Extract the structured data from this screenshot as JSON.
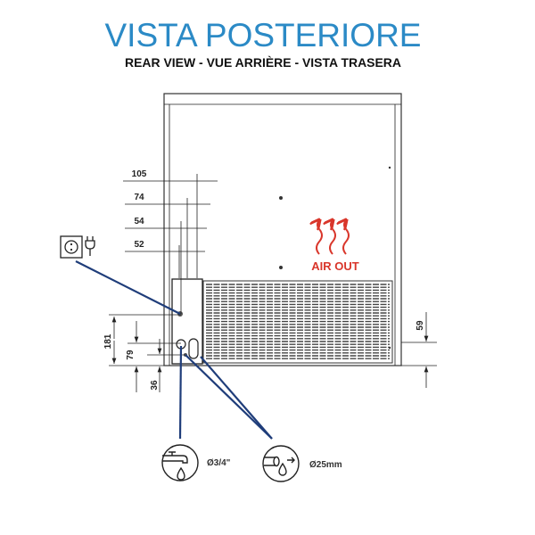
{
  "title": "VISTA POSTERIORE",
  "subtitle": "REAR VIEW - VUE ARRIÈRE - VISTA TRASERA",
  "colors": {
    "title": "#2b8ac6",
    "air_out": "#d9362b",
    "leader": "#1f3d7a"
  },
  "dimensions": {
    "d105": "105",
    "d74": "74",
    "d54": "54",
    "d52": "52",
    "d181": "181",
    "d79": "79",
    "d36": "36",
    "d59": "59"
  },
  "air_out_label": "AIR OUT",
  "connections": {
    "water_inlet": {
      "icon": "water-tap-icon",
      "label": "Ø3/4\""
    },
    "drain": {
      "icon": "drain-pipe-icon",
      "label": "Ø25mm"
    },
    "power": {
      "icon": "power-socket-plug-icon"
    }
  }
}
